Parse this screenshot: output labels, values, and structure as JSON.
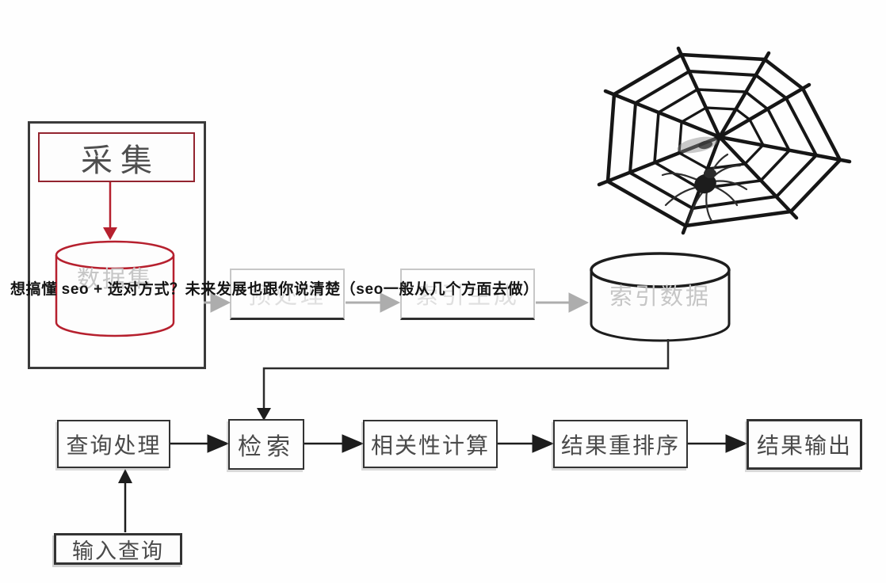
{
  "diagram": {
    "overlay_text": "想搞懂 seo + 选对方式？未来发展也跟你说清楚（seo一般从几个方面去做）",
    "nodes": {
      "collection": "采集",
      "dataset": "数据集",
      "preprocess": "预处理",
      "index_generation": "索引生成",
      "index_data": "索引数据",
      "query_processing": "查询处理",
      "retrieval": "检索",
      "relevance_calc": "相关性计算",
      "result_rerank": "结果重排序",
      "result_output": "结果输出",
      "input_query": "输入查询"
    },
    "icons": {
      "spider_web": "spider-web-icon",
      "spider": "spider-icon",
      "arrow_right": "arrow-right-icon",
      "arrow_down": "arrow-down-icon",
      "arrow_up": "arrow-up-icon"
    },
    "colors": {
      "accent_red": "#b6202e",
      "dark_line": "#2c2c2c",
      "faded_text": "#dfdfdf",
      "faded_cylinder_text": "#c6c6c6",
      "gray_arrow": "#adadad",
      "overlay_text": "#141414"
    }
  }
}
